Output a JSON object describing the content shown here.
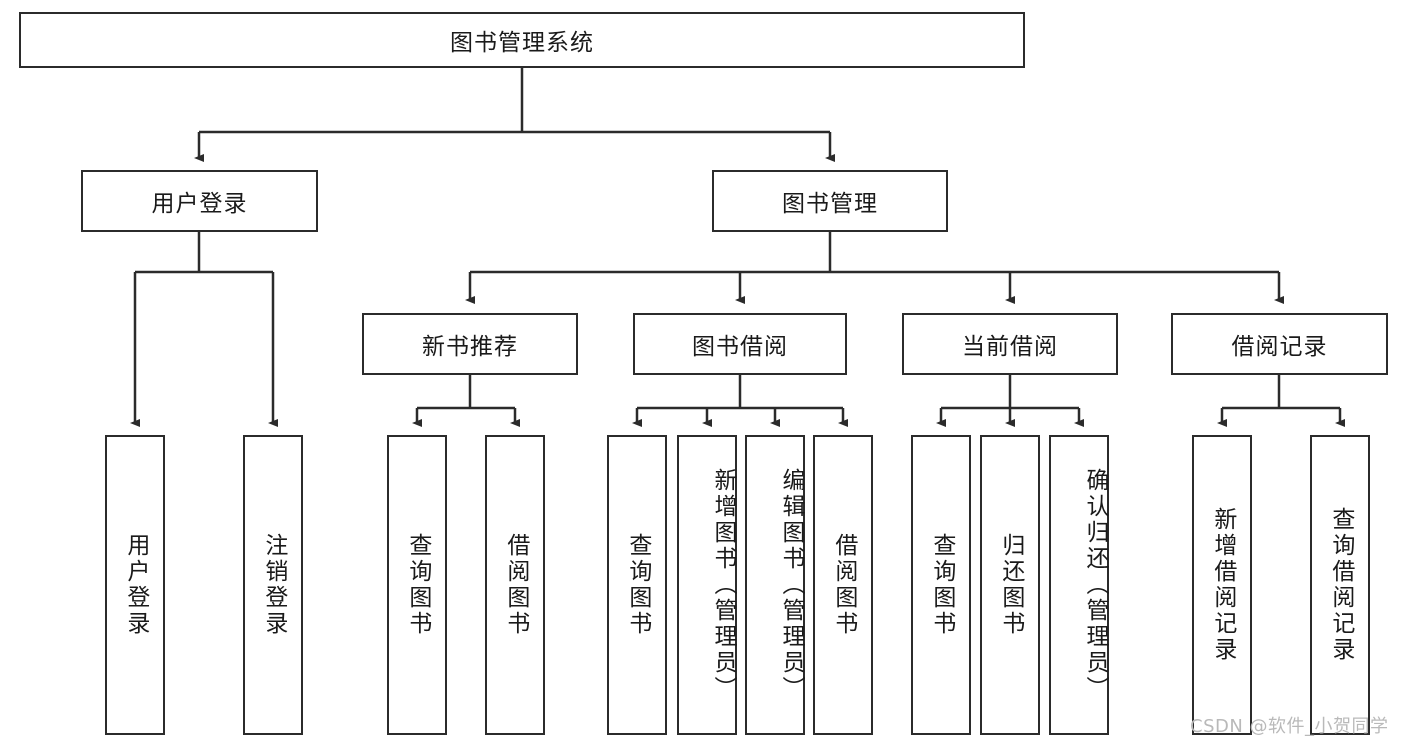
{
  "diagram": {
    "title": "图书管理系统",
    "watermark": "CSDN @软件_小贺同学",
    "colors": {
      "stroke": "#2b2b2b",
      "fill": "#ffffff",
      "text": "#1a1a1a",
      "watermark": "#b9b9b9"
    },
    "nodes": {
      "root": "图书管理系统",
      "user_login": "用户登录",
      "book_manage": "图书管理",
      "new_book_rec": "新书推荐",
      "book_borrow": "图书借阅",
      "current_borrow": "当前借阅",
      "borrow_record": "借阅记录",
      "leaf_user_login": "用户登录",
      "leaf_logout": "注销登录",
      "leaf_query_book_1": "查询图书",
      "leaf_borrow_book_1": "借阅图书",
      "leaf_query_book_2": "查询图书",
      "leaf_add_book": "新增图书（管理员）",
      "leaf_edit_book": "编辑图书（管理员）",
      "leaf_borrow_book_2": "借阅图书",
      "leaf_query_book_3": "查询图书",
      "leaf_return_book": "归还图书",
      "leaf_confirm_return": "确认归还（管理员）",
      "leaf_add_record": "新增借阅记录",
      "leaf_query_record": "查询借阅记录"
    }
  }
}
